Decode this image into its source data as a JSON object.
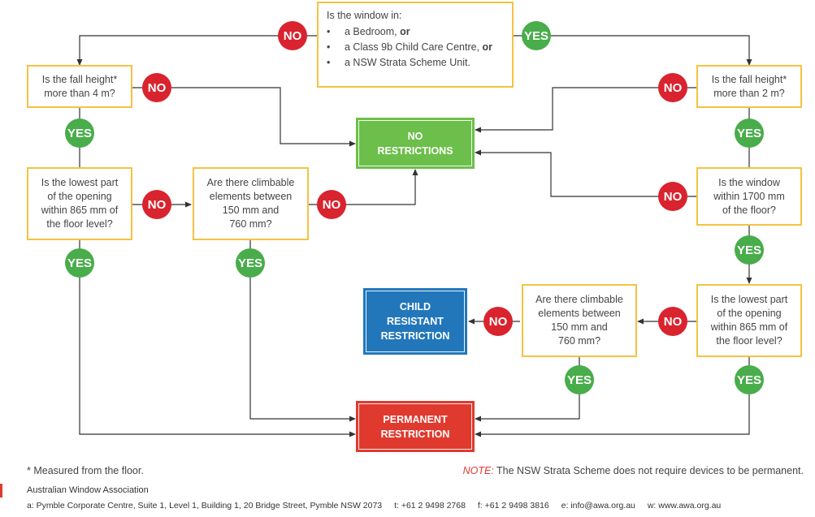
{
  "colors": {
    "question_border": "#f5c242",
    "no": "#d9232e",
    "yes": "#48ad4a",
    "no_restrictions": "#6cbf4a",
    "child_resistant": "#2277bb",
    "permanent": "#e03a2f",
    "footer_bar": "#e03a2f"
  },
  "start": {
    "intro": "Is the window in:",
    "items": [
      {
        "text": "a Bedroom, ",
        "bold": "or"
      },
      {
        "text": "a Class 9b Child Care Centre, ",
        "bold": "or"
      },
      {
        "text": "a NSW Strata Scheme Unit.",
        "bold": ""
      }
    ]
  },
  "labels": {
    "no": "NO",
    "yes": "YES"
  },
  "left": {
    "q1": [
      "Is the fall height*",
      "more than 4 m?"
    ],
    "q2": [
      "Is the lowest part",
      "of the opening",
      "within 865 mm of",
      "the floor level?"
    ],
    "q3": [
      "Are there climbable",
      "elements between",
      "150 mm and",
      "760 mm?"
    ]
  },
  "right": {
    "q1": [
      "Is the fall height*",
      "more than 2 m?"
    ],
    "q2": [
      "Is the window",
      "within 1700 mm",
      "of the floor?"
    ],
    "q3": [
      "Is the lowest part",
      "of the opening",
      "within 865 mm of",
      "the floor level?"
    ],
    "q4": [
      "Are there climbable",
      "elements between",
      "150 mm and",
      "760 mm?"
    ]
  },
  "outcomes": {
    "no_restrictions": [
      "NO",
      "RESTRICTIONS"
    ],
    "child_resistant": [
      "CHILD",
      "RESISTANT",
      "RESTRICTION"
    ],
    "permanent": [
      "PERMANENT",
      "RESTRICTION"
    ]
  },
  "footnote": "* Measured from the floor.",
  "note": {
    "label": "NOTE:",
    "text": " The NSW Strata Scheme does not require devices to be permanent."
  },
  "footer": {
    "org": "Australian Window Association",
    "address": "a: Pymble Corporate Centre, Suite 1, Level 1, Building 1, 20 Bridge Street, Pymble NSW 2073",
    "phone": "t: +61 2 9498 2768",
    "fax": "f: +61 2 9498 3816",
    "email": "e: info@awa.org.au",
    "web": "w: www.awa.org.au"
  }
}
